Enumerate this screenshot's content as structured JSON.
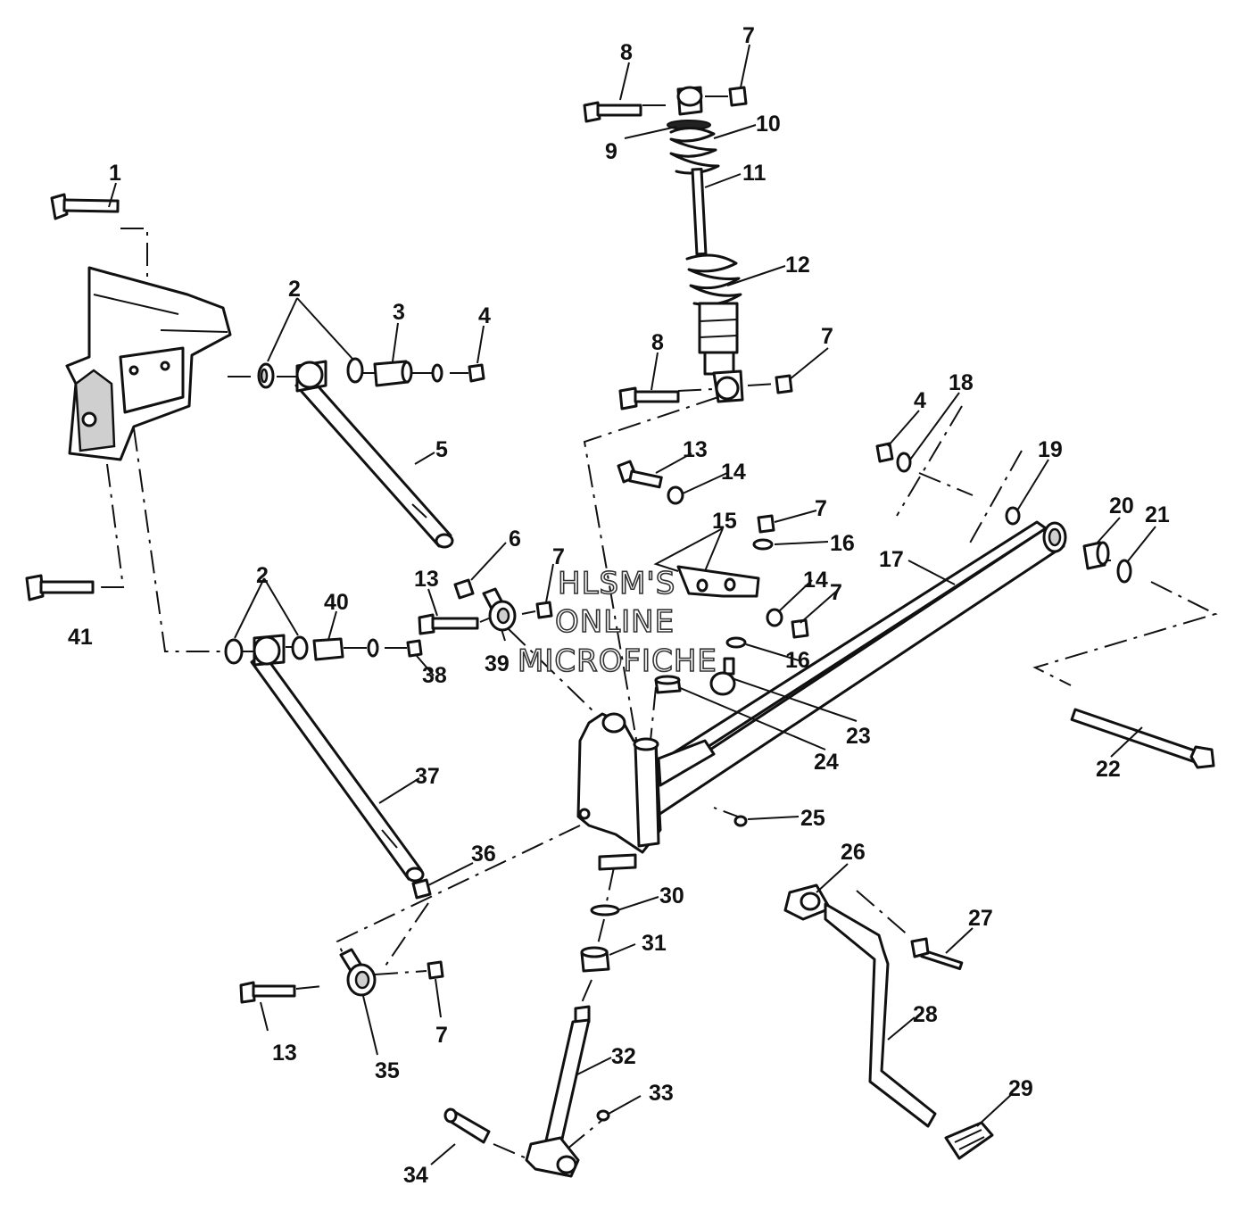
{
  "watermark": {
    "line1": "HLSM'S",
    "line2": "ONLINE",
    "line3": "MICROFICHE"
  },
  "callouts": [
    {
      "id": "c1",
      "label": "1"
    },
    {
      "id": "c2a",
      "label": "2"
    },
    {
      "id": "c3",
      "label": "3"
    },
    {
      "id": "c4a",
      "label": "4"
    },
    {
      "id": "c5",
      "label": "5"
    },
    {
      "id": "c6",
      "label": "6"
    },
    {
      "id": "c7a",
      "label": "7"
    },
    {
      "id": "c8a",
      "label": "8"
    },
    {
      "id": "c9",
      "label": "9"
    },
    {
      "id": "c10",
      "label": "10"
    },
    {
      "id": "c11",
      "label": "11"
    },
    {
      "id": "c12",
      "label": "12"
    },
    {
      "id": "c8b",
      "label": "8"
    },
    {
      "id": "c7b",
      "label": "7"
    },
    {
      "id": "c4b",
      "label": "4"
    },
    {
      "id": "c18",
      "label": "18"
    },
    {
      "id": "c13a",
      "label": "13"
    },
    {
      "id": "c14a",
      "label": "14"
    },
    {
      "id": "c19",
      "label": "19"
    },
    {
      "id": "c7c",
      "label": "7"
    },
    {
      "id": "c15",
      "label": "15"
    },
    {
      "id": "c16a",
      "label": "16"
    },
    {
      "id": "c20",
      "label": "20"
    },
    {
      "id": "c21",
      "label": "21"
    },
    {
      "id": "c17",
      "label": "17"
    },
    {
      "id": "c14b",
      "label": "14"
    },
    {
      "id": "c7d",
      "label": "7"
    },
    {
      "id": "c2b",
      "label": "2"
    },
    {
      "id": "c40",
      "label": "40"
    },
    {
      "id": "c13b",
      "label": "13"
    },
    {
      "id": "c7e",
      "label": "7"
    },
    {
      "id": "c41",
      "label": "41"
    },
    {
      "id": "c39",
      "label": "39"
    },
    {
      "id": "c38",
      "label": "38"
    },
    {
      "id": "c16b",
      "label": "16"
    },
    {
      "id": "c23",
      "label": "23"
    },
    {
      "id": "c24",
      "label": "24"
    },
    {
      "id": "c22",
      "label": "22"
    },
    {
      "id": "c37",
      "label": "37"
    },
    {
      "id": "c25",
      "label": "25"
    },
    {
      "id": "c26",
      "label": "26"
    },
    {
      "id": "c36",
      "label": "36"
    },
    {
      "id": "c30",
      "label": "30"
    },
    {
      "id": "c27",
      "label": "27"
    },
    {
      "id": "c31",
      "label": "31"
    },
    {
      "id": "c28",
      "label": "28"
    },
    {
      "id": "c32",
      "label": "32"
    },
    {
      "id": "c13c",
      "label": "13"
    },
    {
      "id": "c35",
      "label": "35"
    },
    {
      "id": "c7f",
      "label": "7"
    },
    {
      "id": "c33",
      "label": "33"
    },
    {
      "id": "c29",
      "label": "29"
    },
    {
      "id": "c34",
      "label": "34"
    }
  ]
}
